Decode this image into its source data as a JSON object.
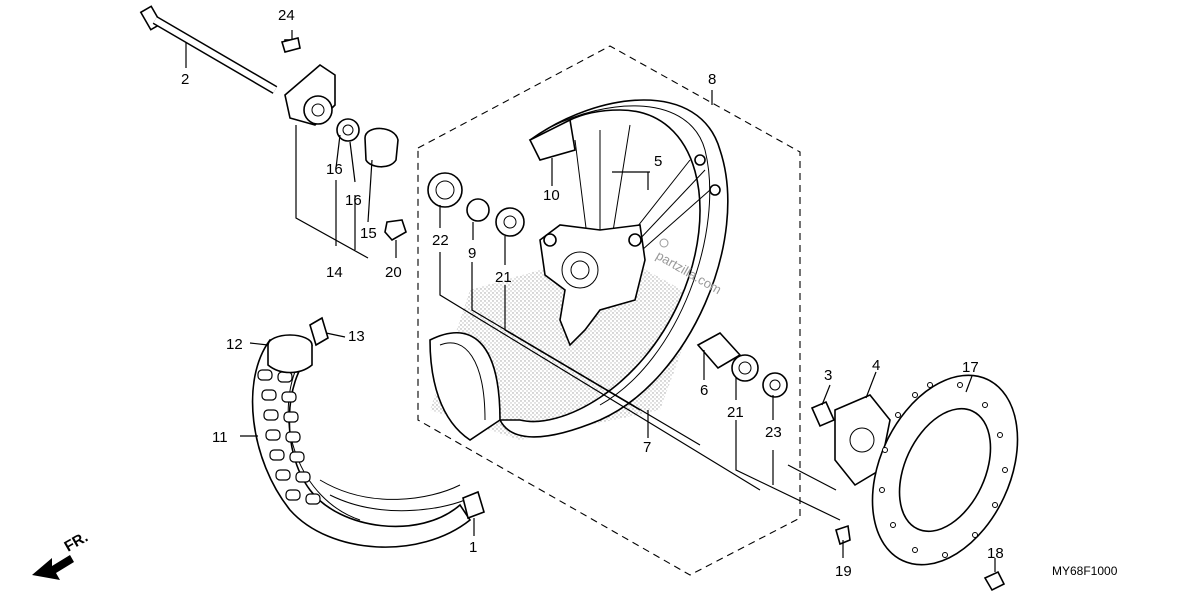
{
  "diagram": {
    "code": "MY68F1000",
    "watermark": "partzilla.com",
    "direction_label": "FR.",
    "labels": {
      "p1": "1",
      "p2": "2",
      "p3": "3",
      "p4": "4",
      "p5": "5",
      "p6": "6",
      "p7": "7",
      "p8": "8",
      "p9": "9",
      "p10": "10",
      "p11": "11",
      "p12": "12",
      "p13": "13",
      "p14": "14",
      "p15": "15",
      "p16a": "16",
      "p16b": "16",
      "p17": "17",
      "p18": "18",
      "p19": "19",
      "p20": "20",
      "p21a": "21",
      "p21b": "21",
      "p22": "22",
      "p23": "23",
      "p24": "24"
    }
  }
}
